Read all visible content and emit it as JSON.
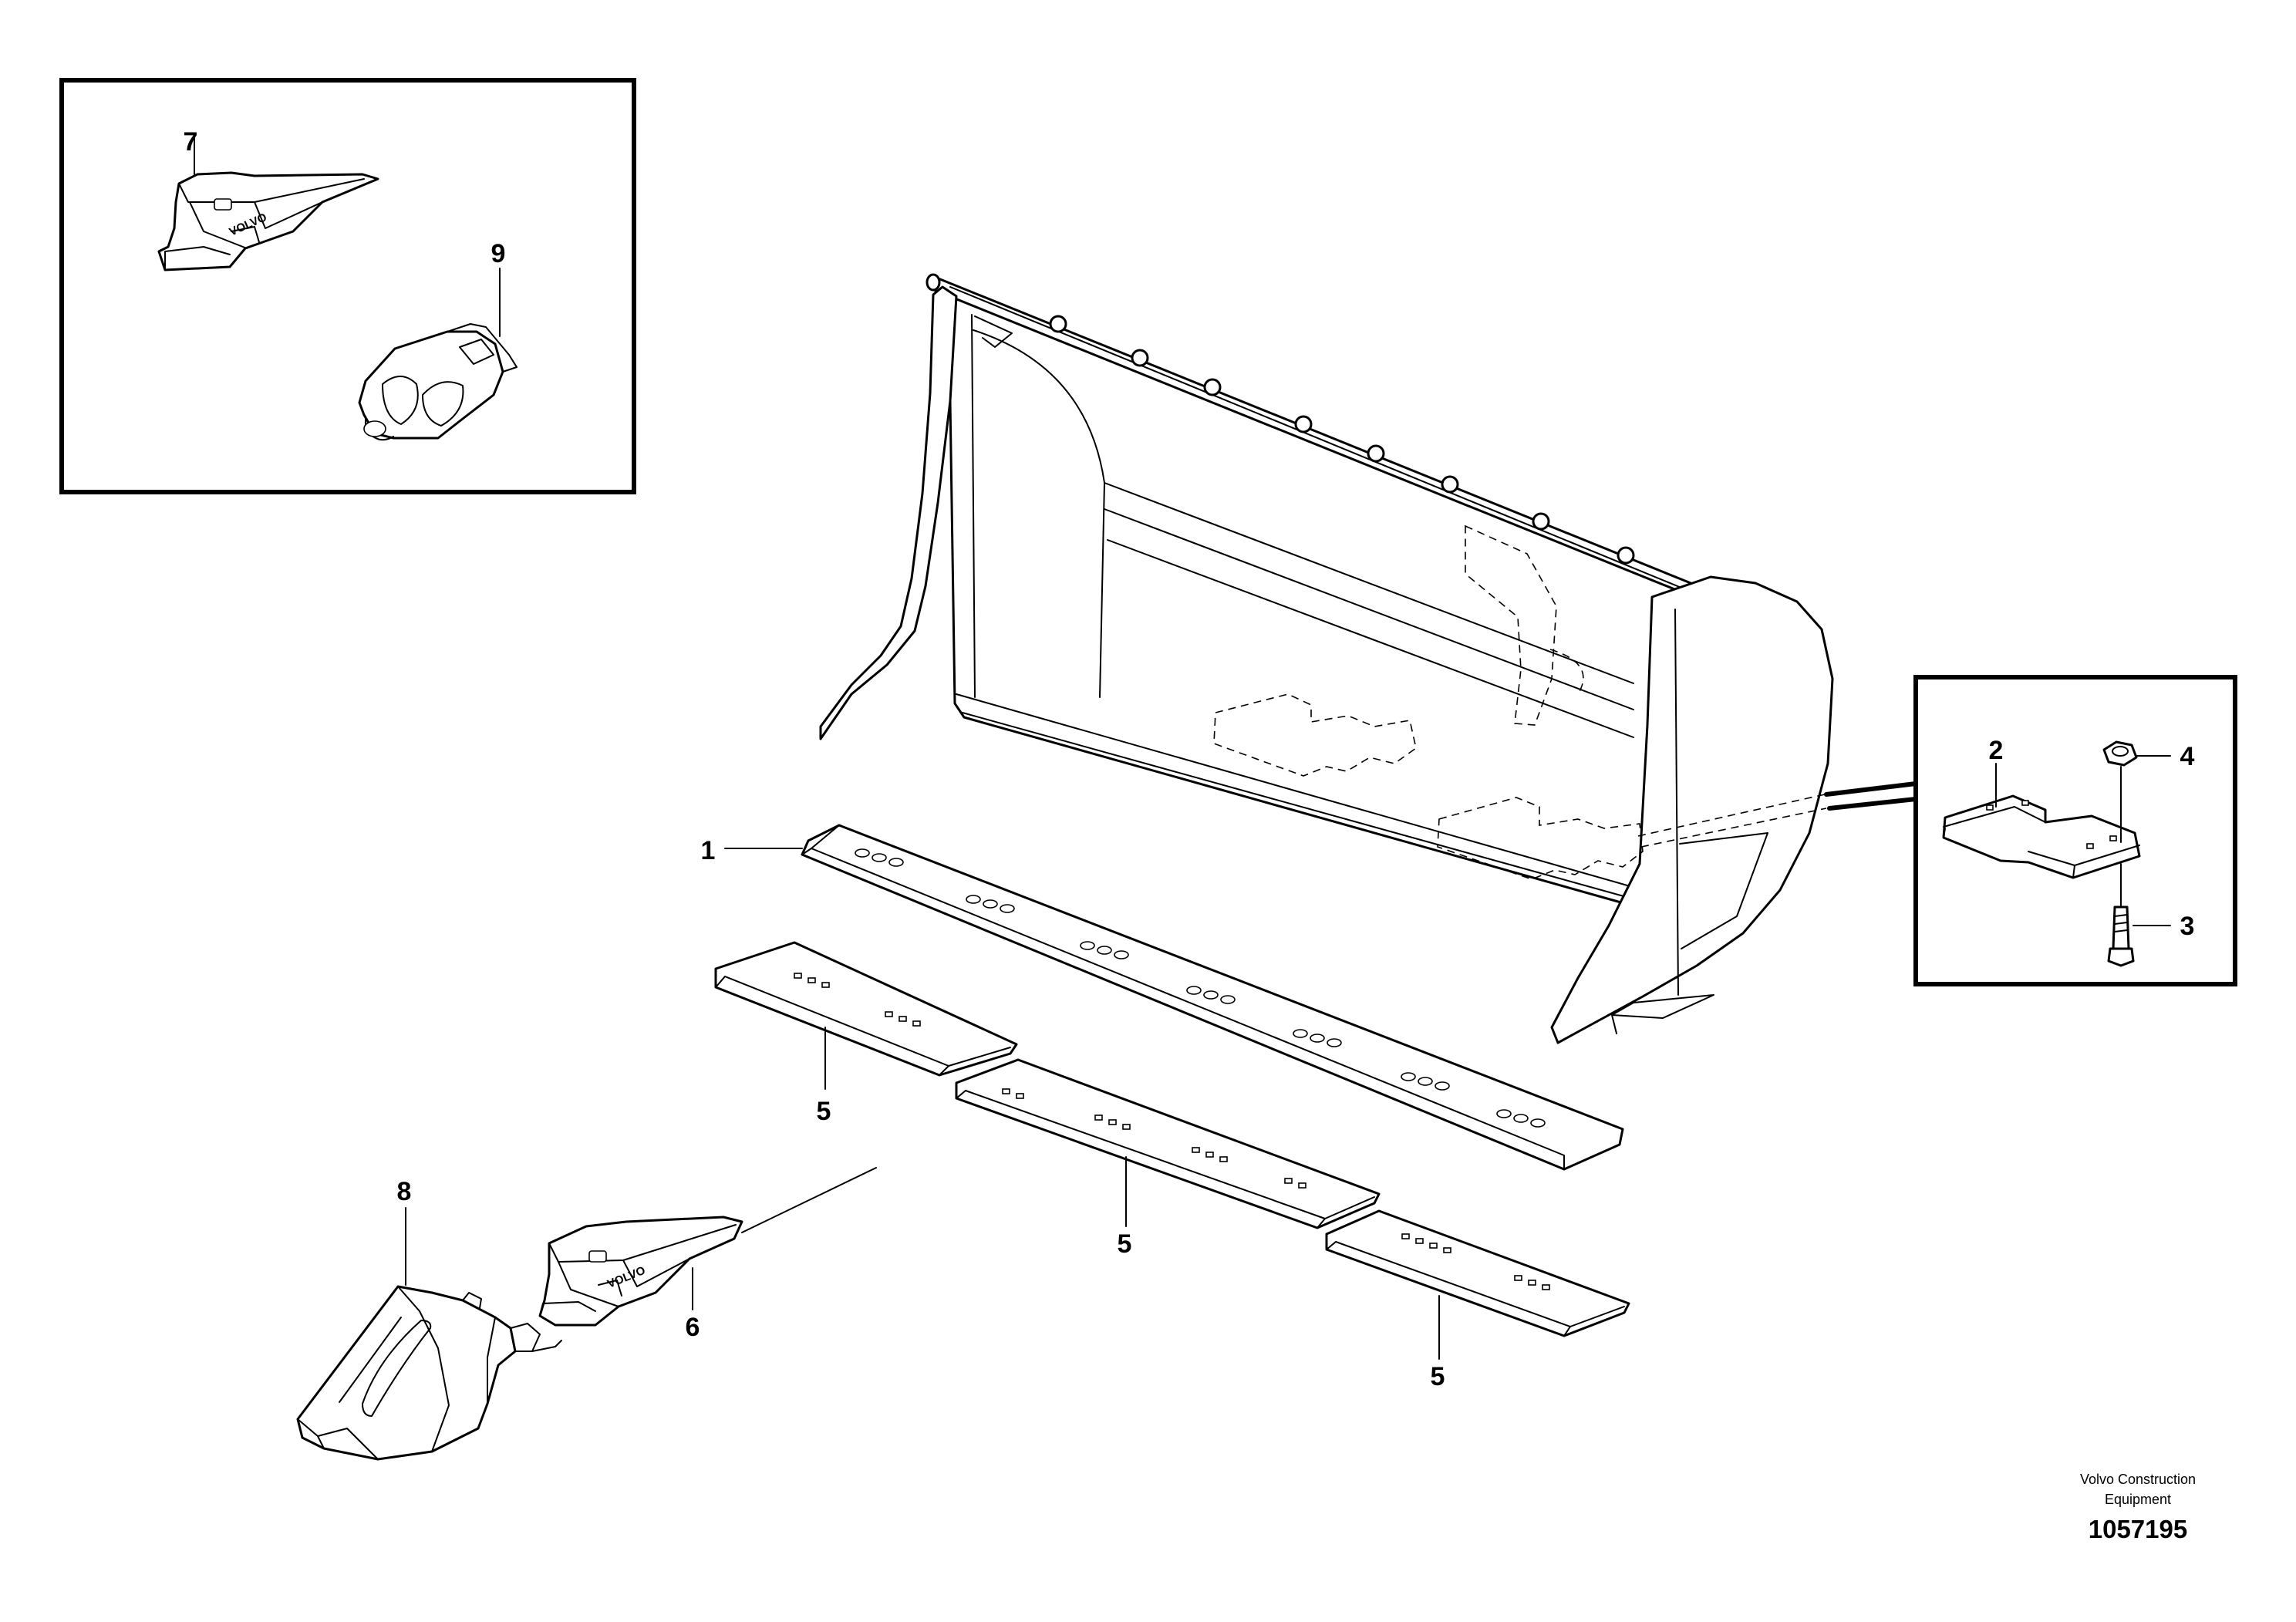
{
  "diagram": {
    "callouts": {
      "c1": "1",
      "c2": "2",
      "c3": "3",
      "c4": "4",
      "c5a": "5",
      "c5b": "5",
      "c5c": "5",
      "c6": "6",
      "c7": "7",
      "c8": "8",
      "c9": "9"
    },
    "logo_text": "VOLVO",
    "credit_line1": "Volvo Construction",
    "credit_line2": "Equipment",
    "drawing_number": "1057195"
  }
}
